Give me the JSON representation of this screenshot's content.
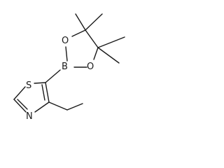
{
  "molecule": {
    "atoms": {
      "S": "S",
      "N": "N",
      "B": "B",
      "O_top": "O",
      "O_bottom": "O"
    }
  }
}
